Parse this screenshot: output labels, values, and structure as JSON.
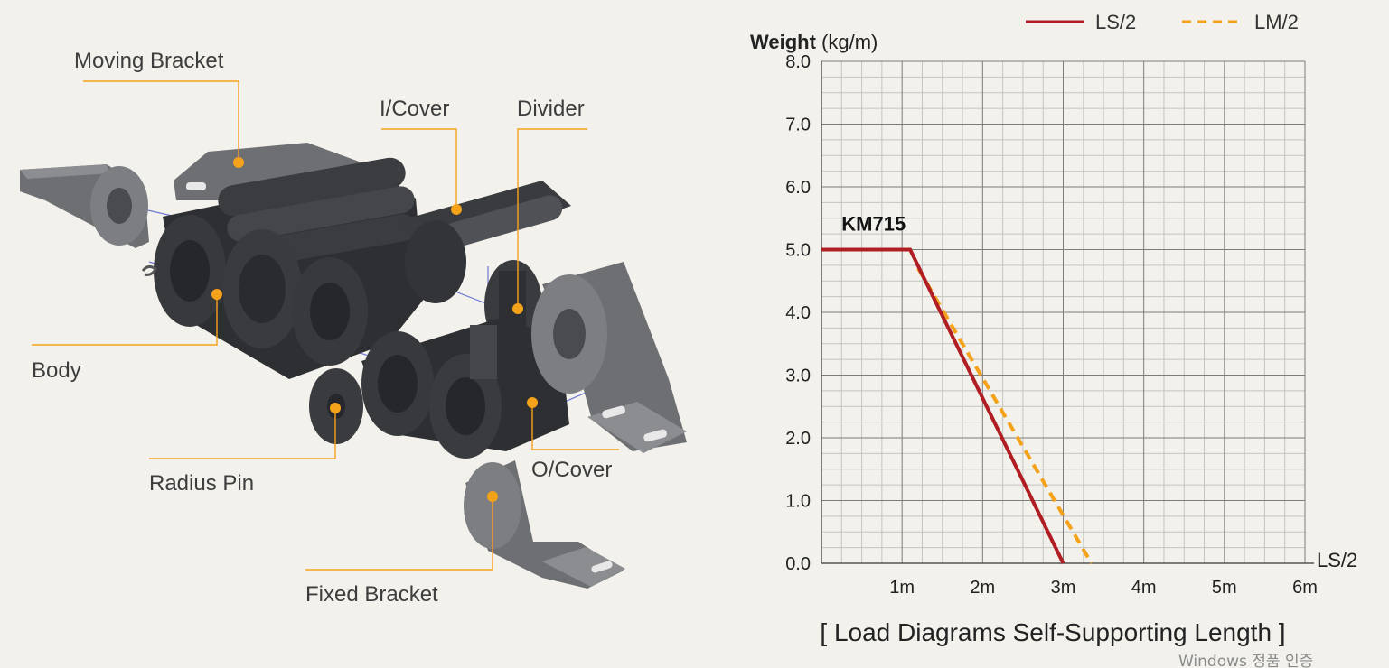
{
  "callouts": [
    {
      "id": "moving-bracket",
      "label": "Moving Bracket"
    },
    {
      "id": "i-cover",
      "label": "I/Cover"
    },
    {
      "id": "divider",
      "label": "Divider"
    },
    {
      "id": "body",
      "label": "Body"
    },
    {
      "id": "radius-pin",
      "label": "Radius Pin"
    },
    {
      "id": "o-cover",
      "label": "O/Cover"
    },
    {
      "id": "fixed-bracket",
      "label": "Fixed Bracket"
    }
  ],
  "colors": {
    "background": "#f2f1ec",
    "callout_line": "#f5a21b",
    "ls_series": "#b01e23",
    "lm_series": "#f5a21b",
    "grid_major": "#7c7c7c",
    "grid_minor": "#c4c4c4",
    "part_gray": "#6e6f73",
    "part_dark": "#2e2f33"
  },
  "chart_data": {
    "type": "line",
    "ylabel_bold": "Weight",
    "ylabel_unit": " (kg/m)",
    "xlabel": "LS/2",
    "xlim": [
      0,
      6
    ],
    "ylim": [
      0,
      8
    ],
    "x_ticks": [
      {
        "value": 1,
        "label": "1m"
      },
      {
        "value": 2,
        "label": "2m"
      },
      {
        "value": 3,
        "label": "3m"
      },
      {
        "value": 4,
        "label": "4m"
      },
      {
        "value": 5,
        "label": "5m"
      },
      {
        "value": 6,
        "label": "6m"
      }
    ],
    "y_ticks": [
      {
        "value": 0,
        "label": "0.0"
      },
      {
        "value": 1,
        "label": "1.0"
      },
      {
        "value": 2,
        "label": "2.0"
      },
      {
        "value": 3,
        "label": "3.0"
      },
      {
        "value": 4,
        "label": "4.0"
      },
      {
        "value": 5,
        "label": "5.0"
      },
      {
        "value": 6,
        "label": "6.0"
      },
      {
        "value": 7,
        "label": "7.0"
      },
      {
        "value": 8,
        "label": "8.0"
      }
    ],
    "grid": true,
    "grid_minor_per_major": 4,
    "legend_position": "top-right",
    "series": [
      {
        "name": "LS/2",
        "style": "solid",
        "color": "#b01e23",
        "points": [
          [
            0,
            5.0
          ],
          [
            1.1,
            5.0
          ],
          [
            3.0,
            0.0
          ]
        ]
      },
      {
        "name": "LM/2",
        "style": "dashed",
        "color": "#f5a21b",
        "points": [
          [
            1.2,
            4.7
          ],
          [
            3.35,
            0.0
          ]
        ]
      }
    ],
    "annotations": [
      {
        "text": "KM715",
        "x": 0.25,
        "y": 5.3
      }
    ],
    "caption": "[ Load Diagrams Self-Supporting Length ]"
  },
  "watermark": "Windows 정품 인증"
}
